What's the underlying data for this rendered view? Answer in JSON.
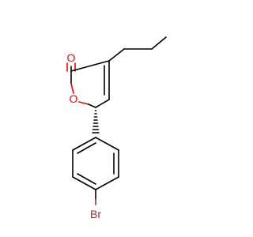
{
  "molecule": {
    "atoms": {
      "carbonyl_oxygen": {
        "label": "O",
        "color": "#ff0000"
      },
      "ring_oxygen": {
        "label": "O",
        "color": "#ff0000"
      },
      "bromine": {
        "label": "Br",
        "color": "#a52a2a"
      }
    },
    "stereo_center": "hashed-wedge",
    "colors": {
      "bond": "#000000",
      "oxygen": "#ff0000",
      "bromine": "#a52a2a",
      "background": "#ffffff"
    }
  }
}
